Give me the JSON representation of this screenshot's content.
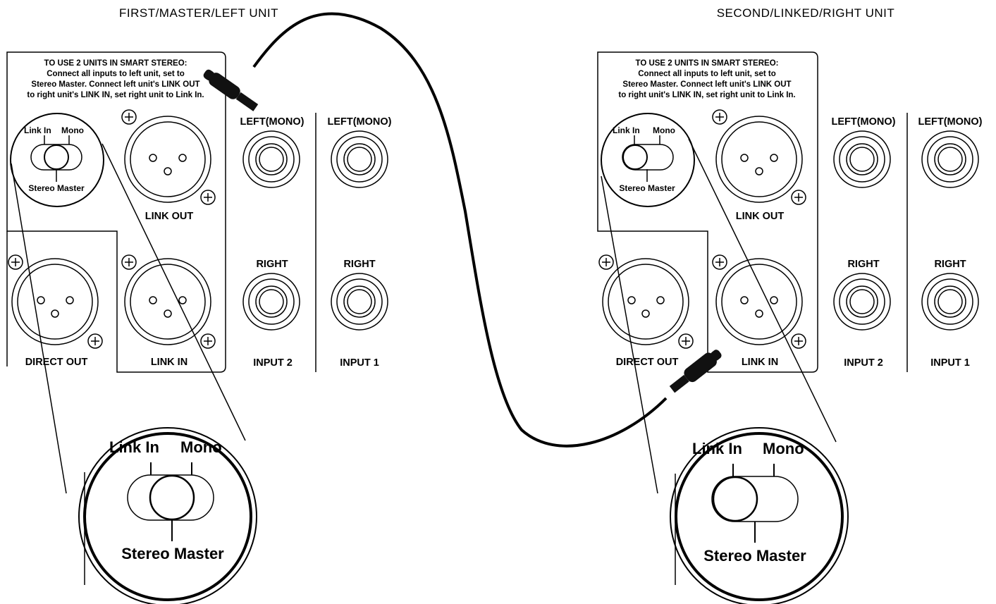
{
  "units": [
    {
      "title": "FIRST/MASTER/LEFT UNIT",
      "instructions": [
        "TO USE 2 UNITS IN SMART STEREO:",
        "Connect all inputs to left unit, set to",
        "Stereo  Master. Connect left unit's LINK OUT",
        "to right unit's LINK IN, set right unit to Link In."
      ],
      "switch_position": "Stereo Master",
      "labels": {
        "link_in_sw": "Link In",
        "mono_sw": "Mono",
        "stereo_master_sw": "Stereo Master",
        "link_out": "LINK OUT",
        "link_in": "LINK IN",
        "direct_out": "DIRECT OUT",
        "left_mono_2": "LEFT(MONO)",
        "left_mono_1": "LEFT(MONO)",
        "right_2": "RIGHT",
        "right_1": "RIGHT",
        "input_2": "INPUT 2",
        "input_1": "INPUT 1"
      }
    },
    {
      "title": "SECOND/LINKED/RIGHT UNIT",
      "instructions": [
        "TO USE 2 UNITS IN SMART STEREO:",
        "Connect all inputs to left unit, set to",
        "Stereo  Master. Connect left unit's LINK OUT",
        "to right unit's LINK IN, set right unit to Link In."
      ],
      "switch_position": "Link In",
      "labels": {
        "link_in_sw": "Link In",
        "mono_sw": "Mono",
        "stereo_master_sw": "Stereo Master",
        "link_out": "LINK OUT",
        "link_in": "LINK IN",
        "direct_out": "DIRECT OUT",
        "left_mono_2": "LEFT(MONO)",
        "left_mono_1": "LEFT(MONO)",
        "right_2": "RIGHT",
        "right_1": "RIGHT",
        "input_2": "INPUT 2",
        "input_1": "INPUT 1"
      }
    }
  ]
}
